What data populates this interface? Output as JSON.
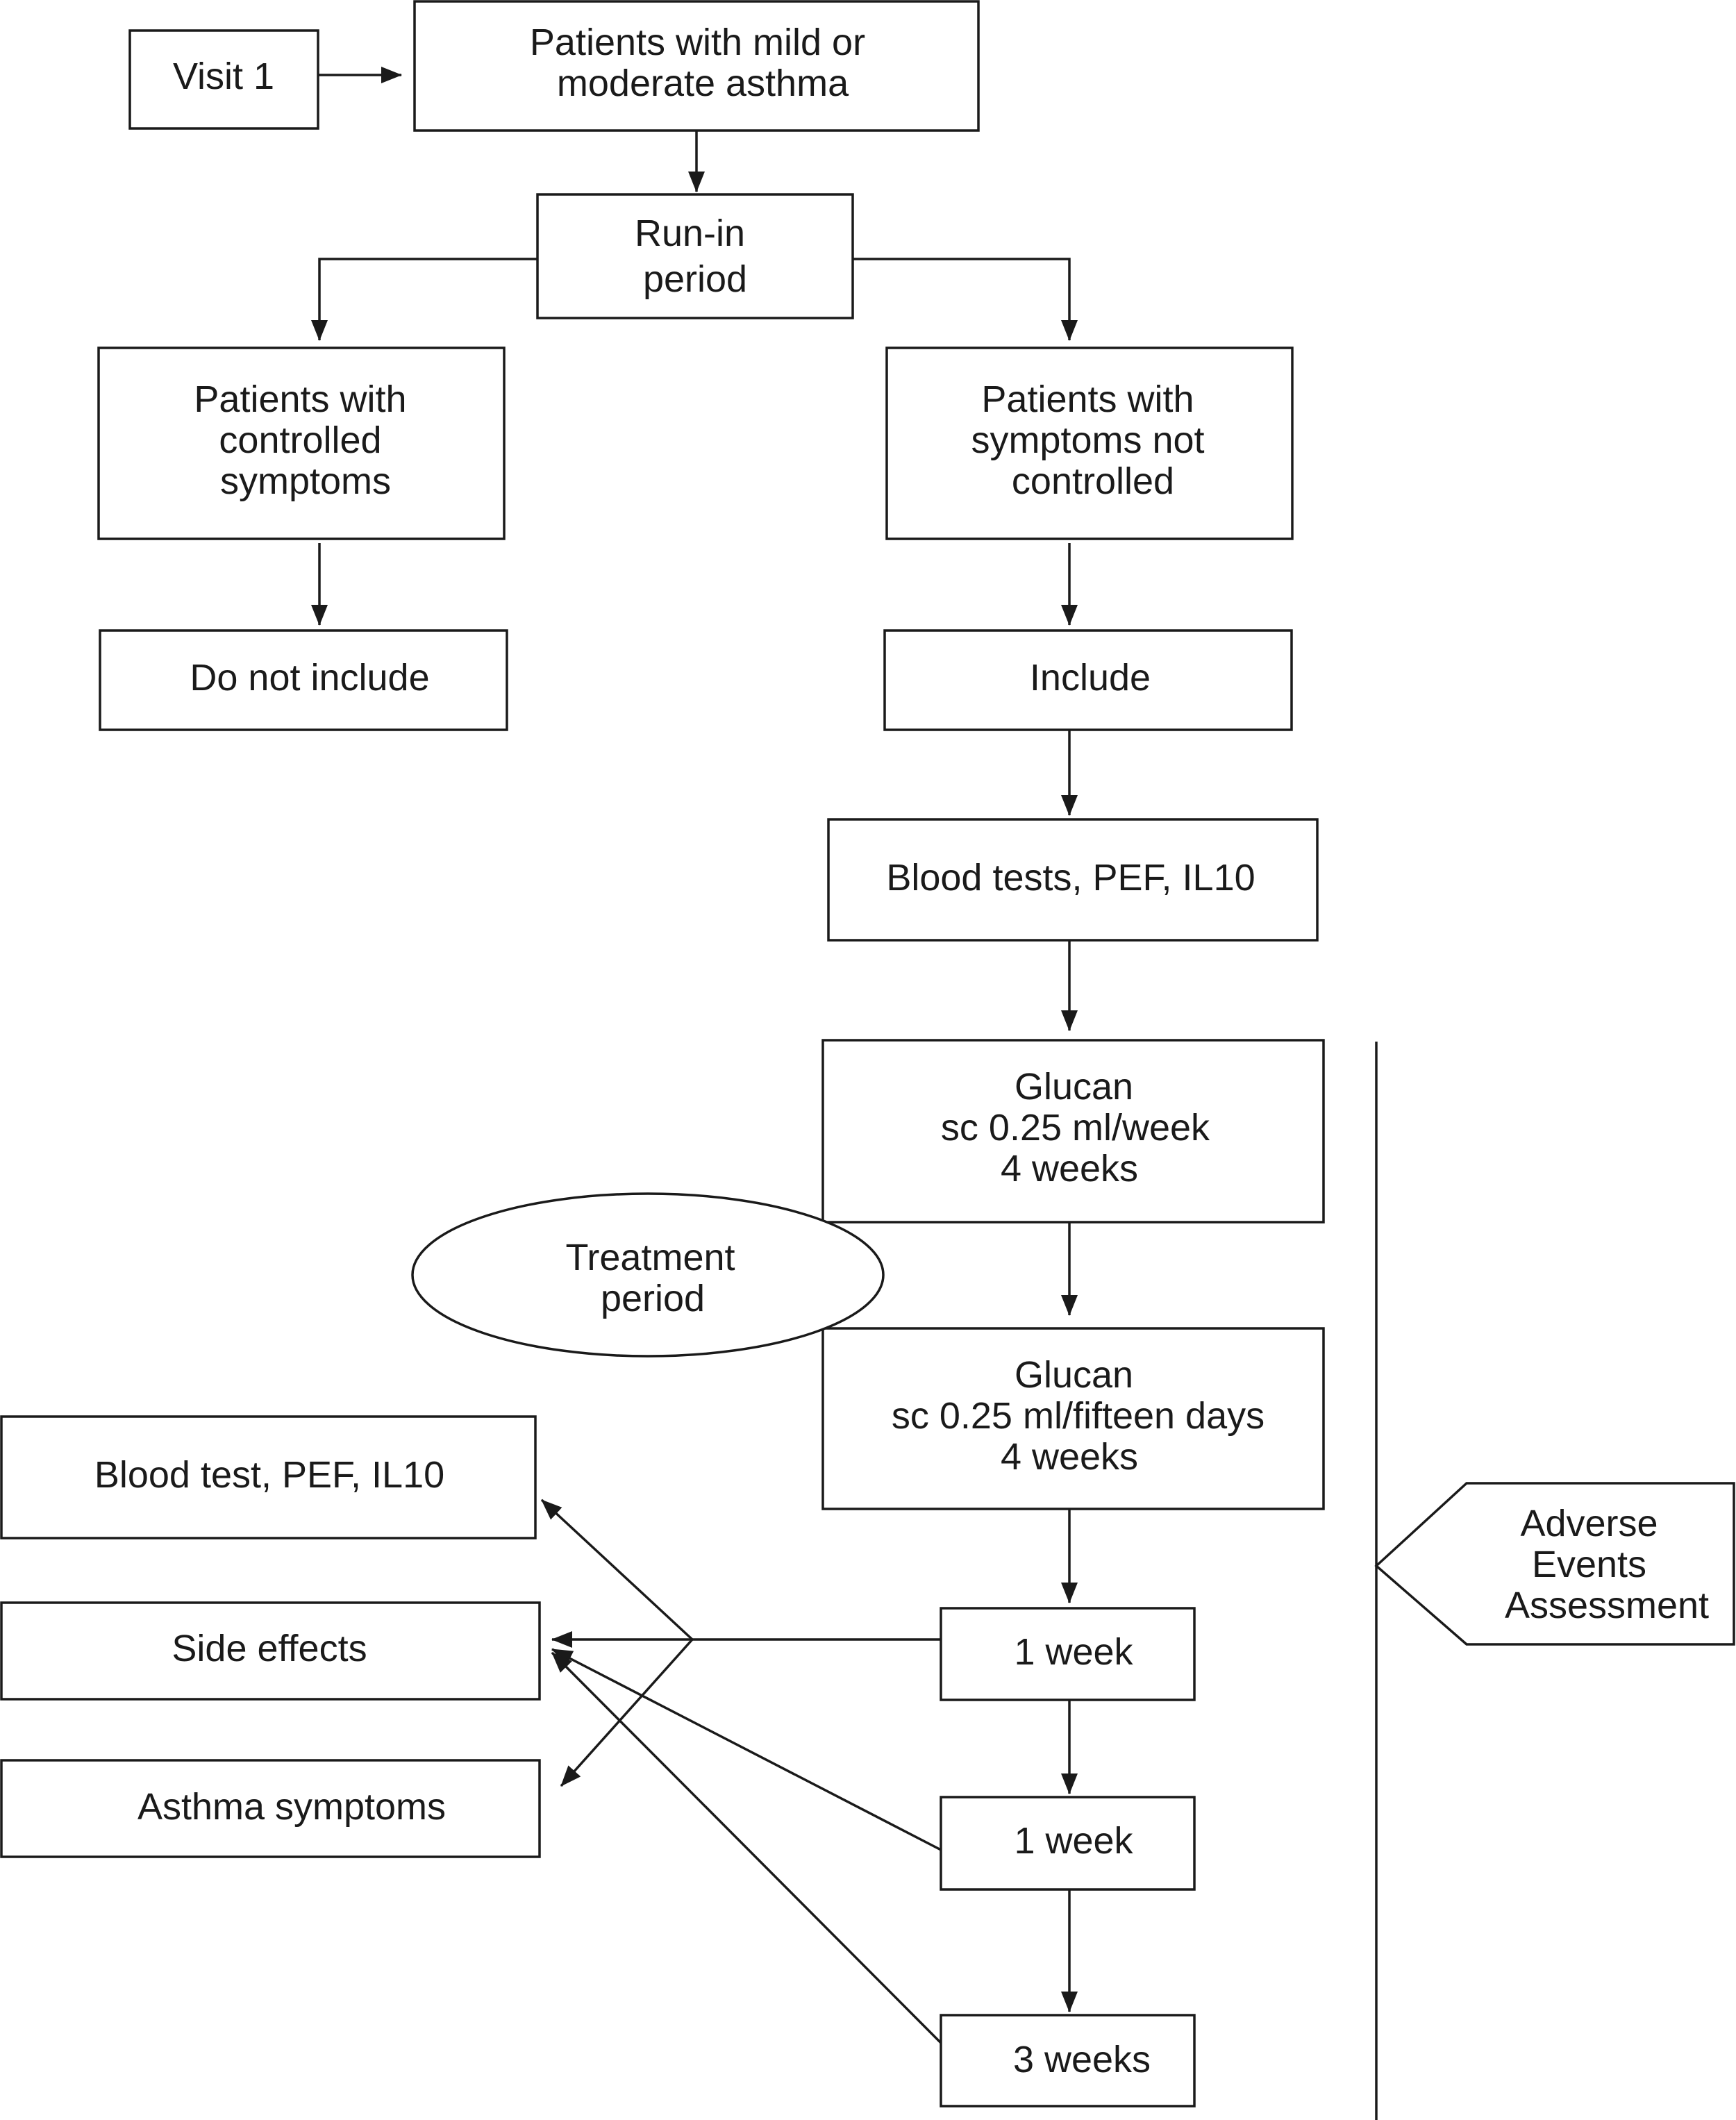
{
  "boxes": {
    "visit1": [
      "Visit 1"
    ],
    "patients_mild": [
      "Patients with mild or",
      "moderate asthma"
    ],
    "run_in": [
      "Run-in",
      "period"
    ],
    "controlled": [
      "Patients with",
      "controlled",
      "symptoms"
    ],
    "not_controlled": [
      "Patients with",
      "symptoms not",
      "controlled"
    ],
    "do_not_include": [
      "Do not include"
    ],
    "include": [
      "Include"
    ],
    "blood_tests_baseline": [
      "Blood tests, PEF, IL10"
    ],
    "glucan_weekly": [
      "Glucan",
      "sc 0.25 ml/week",
      "4 weeks"
    ],
    "treatment_period": [
      "Treatment",
      "period"
    ],
    "glucan_fifteen": [
      "Glucan",
      "sc 0.25 ml/fifteen days",
      "4 weeks"
    ],
    "blood_test_followup": [
      "Blood test, PEF, IL10"
    ],
    "side_effects": [
      "Side effects"
    ],
    "asthma_symptoms": [
      "Asthma symptoms"
    ],
    "week1_a": [
      "1 week"
    ],
    "week1_b": [
      "1 week"
    ],
    "weeks3": [
      "3 weeks"
    ],
    "adverse_events": [
      "Adverse",
      "Events",
      "Assessment"
    ]
  }
}
